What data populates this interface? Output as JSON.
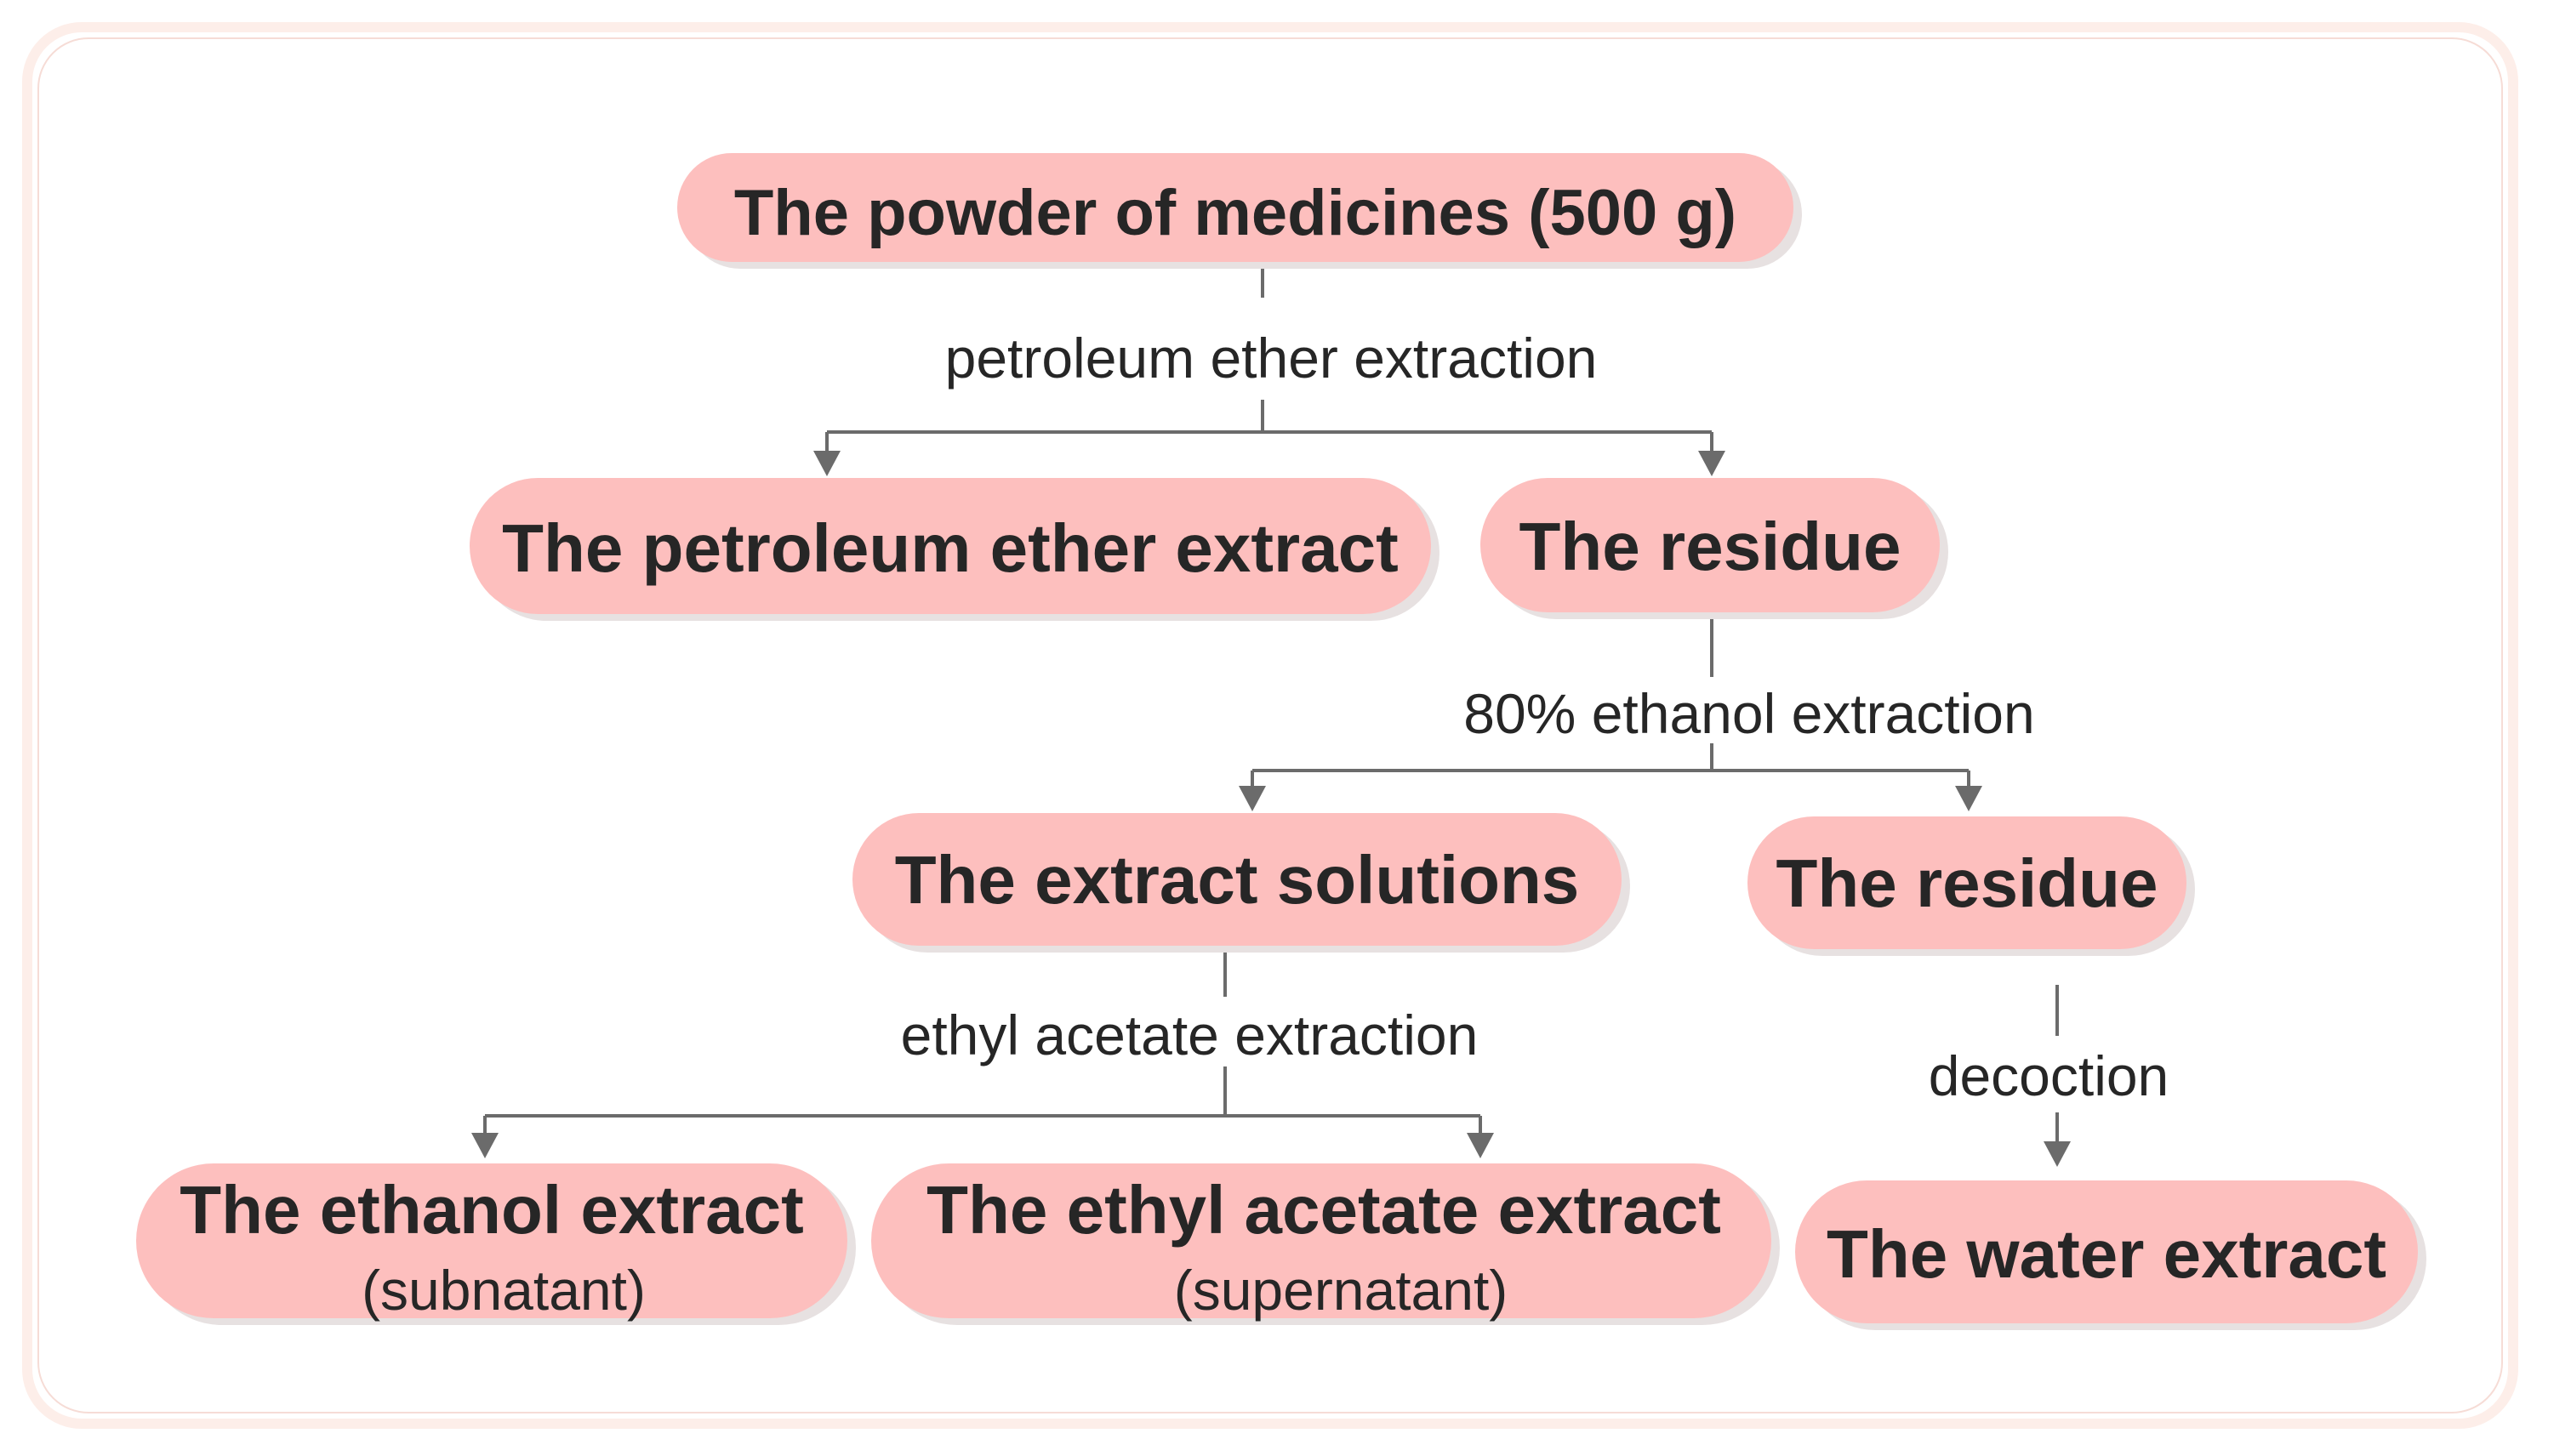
{
  "nodes": {
    "powder": {
      "title": "The powder of medicines (500 g)"
    },
    "pe_extract": {
      "title": "The petroleum ether extract"
    },
    "residue_1": {
      "title": "The residue"
    },
    "extract_solutions": {
      "title": "The extract solutions"
    },
    "residue_2": {
      "title": "The residue"
    },
    "ethanol_extract": {
      "title": "The ethanol extract",
      "subtitle": "(subnatant)"
    },
    "ethyl_acetate_extract": {
      "title": "The ethyl acetate extract",
      "subtitle": "(supernatant)"
    },
    "water_extract": {
      "title": "The water extract"
    }
  },
  "edges": {
    "petroleum_ether": "petroleum ether extraction",
    "ethanol_80": "80% ethanol extraction",
    "ethyl_acetate": "ethyl acetate extraction",
    "decoction": "decoction"
  },
  "colors": {
    "node_fill": "#fdbfbe",
    "connector": "#6b6b6b",
    "text": "#262626"
  }
}
